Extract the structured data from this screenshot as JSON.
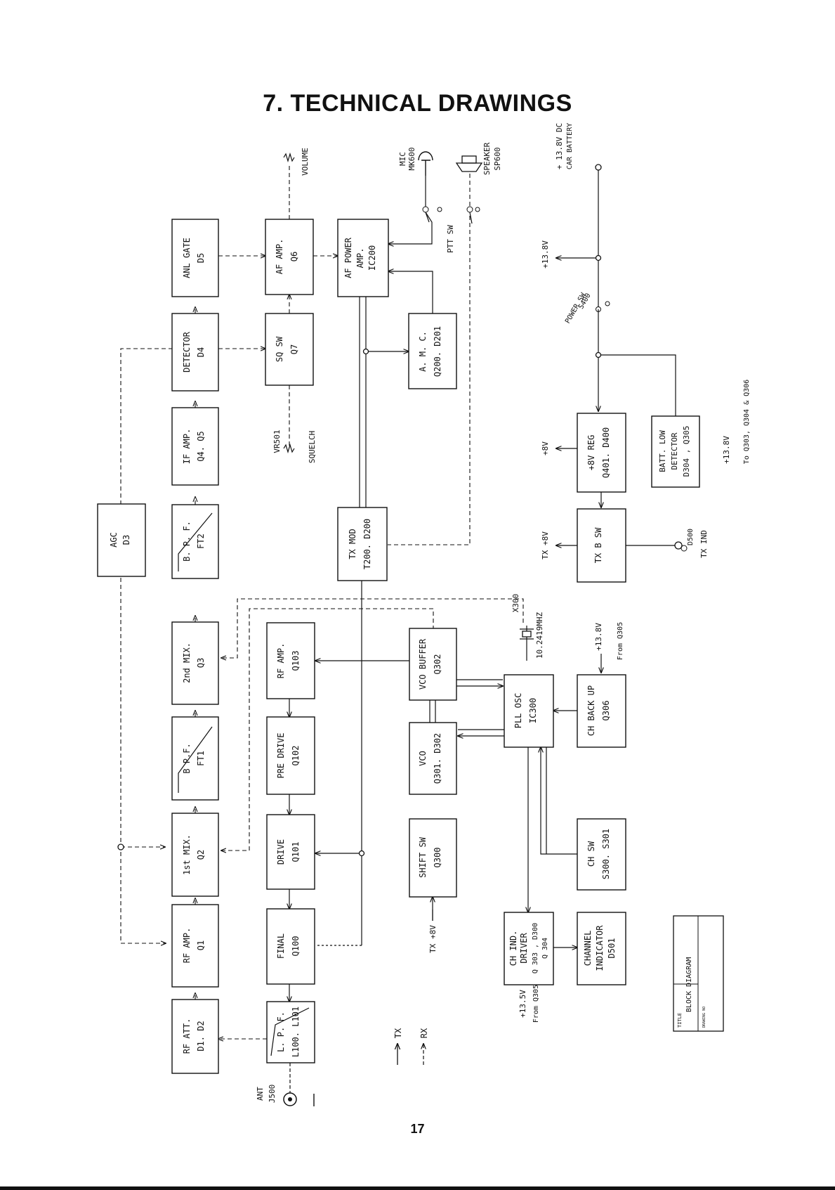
{
  "page": {
    "title": "7. TECHNICAL DRAWINGS",
    "page_number": "17"
  },
  "blocks": {
    "rf_att": [
      "RF ATT.",
      "D1. D2"
    ],
    "rf_amp": [
      "RF AMP.",
      "Q1"
    ],
    "mix1": [
      "1st MIX.",
      "Q2"
    ],
    "bpf1": [
      "B P.F.",
      "FT1"
    ],
    "mix2": [
      "2nd MIX.",
      "Q3"
    ],
    "bpf2": [
      "B. P. F.",
      "FT2"
    ],
    "if_amp": [
      "IF AMP.",
      "Q4. Q5"
    ],
    "detector": [
      "DETECTOR",
      "D4"
    ],
    "anl_gate": [
      "ANL GATE",
      "D5"
    ],
    "agc": [
      "AGC",
      "D3"
    ],
    "lpf": [
      "L. P. F.",
      "L100. L101"
    ],
    "final": [
      "FINAL",
      "Q100"
    ],
    "drive": [
      "DRIVE",
      "Q101"
    ],
    "pre_drive": [
      "PRE DRIVE",
      "Q102"
    ],
    "rf_amp_tx": [
      "RF AMP.",
      "Q103"
    ],
    "tx_mod": [
      "TX MOD",
      "T200. D200"
    ],
    "sq_sw": [
      "SQ SW",
      "Q7"
    ],
    "af_amp": [
      "AF AMP.",
      "Q6"
    ],
    "af_power": [
      "AF POWER",
      "AMP.",
      "IC200"
    ],
    "amc": [
      "A. M. C.",
      "Q200. D201"
    ],
    "shift_sw": [
      "SHIFT SW",
      "Q300"
    ],
    "vco": [
      "VCO",
      "Q301. D302"
    ],
    "vco_buffer": [
      "VCO BUFFER",
      "Q302"
    ],
    "pll_osc": [
      "PLL OSC",
      "IC300"
    ],
    "ch_ind_driver": [
      "CH IND.",
      "DRIVER",
      "Q 303 , D300",
      "Q 304"
    ],
    "ch_sw": [
      "CH SW",
      "S300. S301"
    ],
    "ch_backup": [
      "CH BACK UP",
      "Q306"
    ],
    "channel_indicator": [
      "CHANNEL",
      "INDICATOR",
      "D501"
    ],
    "tx_b_sw": [
      "TX B SW"
    ],
    "reg_8v": [
      "+8V REG",
      "Q401. D400"
    ],
    "batt_low": [
      "BATT. LOW",
      "DETECTOR",
      "D304 , Q305"
    ]
  },
  "labels": {
    "volume": "VOLUME",
    "vr501": "VR501",
    "squelch": "SQUELCH",
    "mic": [
      "MIC",
      "MK600"
    ],
    "speaker": [
      "SPEAKER",
      "SP600"
    ],
    "ptt_sw": "PTT SW",
    "dc_battery": [
      "+ 13.8V DC",
      "CAR BATTERY"
    ],
    "plus_13_8v": "+13.8V",
    "power_sw": [
      "POWER SW",
      "S400"
    ],
    "plus_8v": "+8V",
    "tx_plus_8v": "TX +8V",
    "to_13_8v": [
      "+13.8V",
      "To Q303, Q304 & Q306"
    ],
    "d500": "D500",
    "tx_ind": "TX IND",
    "x300": "X300",
    "xtal_freq": "10.2419MHZ",
    "ch_backup_supply": [
      "+13.8V",
      "From Q305"
    ],
    "ch_ind_supply": [
      "+13.5V",
      "From Q305"
    ],
    "ant": [
      "ANT",
      "J500"
    ],
    "legend_tx": "TX",
    "legend_rx": "RX"
  },
  "title_block": {
    "title_label": "TITLE",
    "title_value": "BLOCK DIAGRAM",
    "drawing_no_label": "DRAWING NO"
  }
}
